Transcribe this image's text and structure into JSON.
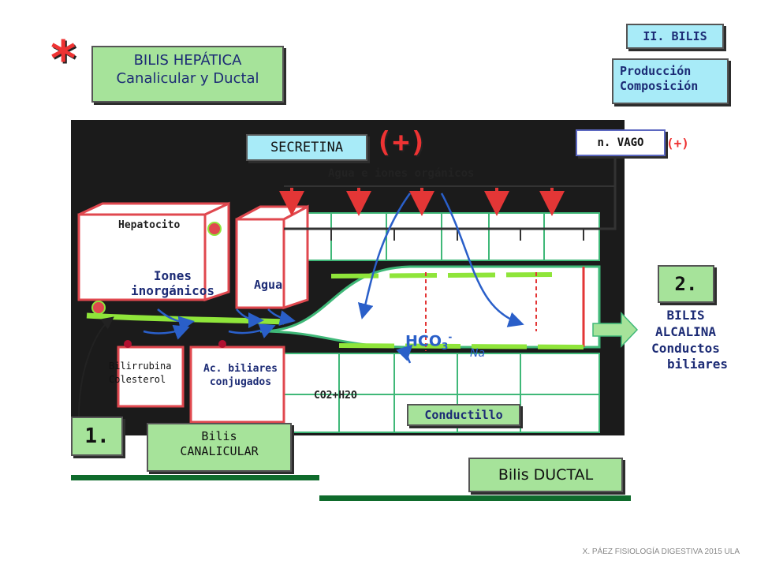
{
  "asterisk": "*",
  "title_box": {
    "line1": "BILIS HEPÁTICA",
    "line2": "Canalicular y Ductal"
  },
  "top_right": {
    "section": "II. BILIS",
    "line1": "Producción",
    "line2": "Composición"
  },
  "secretina": {
    "label": "SECRETINA",
    "effect": "(+)"
  },
  "vago": {
    "label": "n. VAGO",
    "effect": "(+)"
  },
  "agua_iones_organicos": "Agua e iones orgánicos",
  "hepatocito": "Hepatocito",
  "iones": {
    "line1": "Iones",
    "line2": "inorgánicos"
  },
  "agua": "Agua",
  "bilirrubina": {
    "line1": "Bilirrubina",
    "line2": "Colesterol"
  },
  "ac_biliares": {
    "line1": "Ac. biliares",
    "line2": "conjugados"
  },
  "hco3": {
    "base": "HCO",
    "sub": "3",
    "sup": "-"
  },
  "na": "Na",
  "co2": "CO2+H2O",
  "conductillo": "Conductillo",
  "step1": "1.",
  "step2": "2.",
  "bilis_canalicular": {
    "line1": "Bilis",
    "line2": "CANALICULAR"
  },
  "bilis_ductal": "Bilis DUCTAL",
  "bilis_alcalina": {
    "line1": "BILIS",
    "line2": "ALCALINA",
    "line3": "Conductos",
    "line4": "biliares"
  },
  "footer": "X. PÁEZ   FISIOLOGÍA DIGESTIVA 2015 ULA",
  "colors": {
    "box_fill": "#a8ebf8",
    "box_green": "#a6e39a",
    "hep_red": "#e0484f",
    "duct_green": "#3fb878",
    "bile_green": "#8fe53a",
    "dark_green": "#0f6b2c",
    "arrow_blue": "#2a5fc9",
    "arrow_red": "#e33636"
  }
}
